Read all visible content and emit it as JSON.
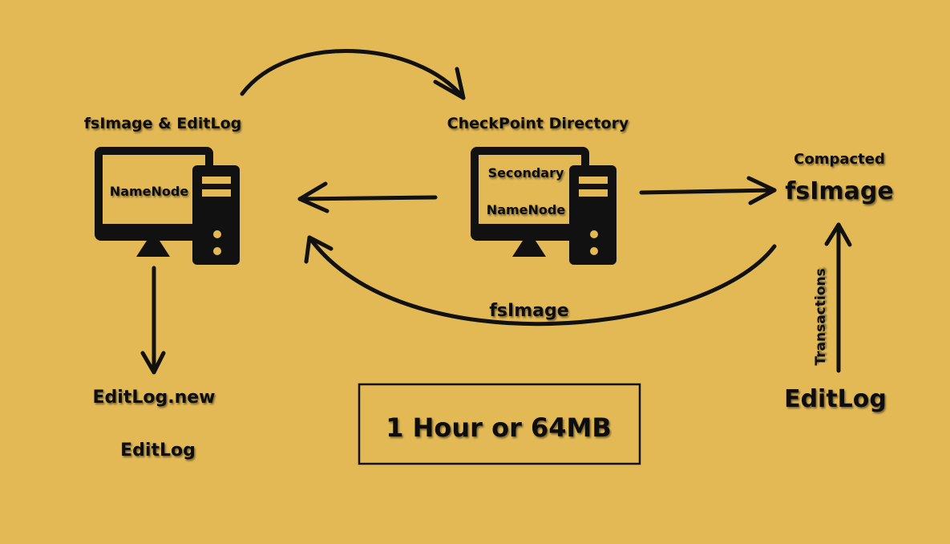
{
  "labels": {
    "fsimage_editlog": "fsImage & EditLog",
    "checkpoint_directory": "CheckPoint Directory",
    "compacted": "Compacted",
    "compacted_fsimage": "fsImage",
    "namenode": "NameNode",
    "secondary_line1": "Secondary",
    "secondary_line2": "NameNode",
    "fsimage_return": "fsImage",
    "editlog_new": "EditLog.new",
    "editlog_left": "EditLog",
    "transactions": "Transactions",
    "editlog_right": "EditLog",
    "checkpoint_trigger": "1 Hour or 64MB"
  },
  "colors": {
    "background": "#e2b955",
    "ink": "#111111"
  }
}
